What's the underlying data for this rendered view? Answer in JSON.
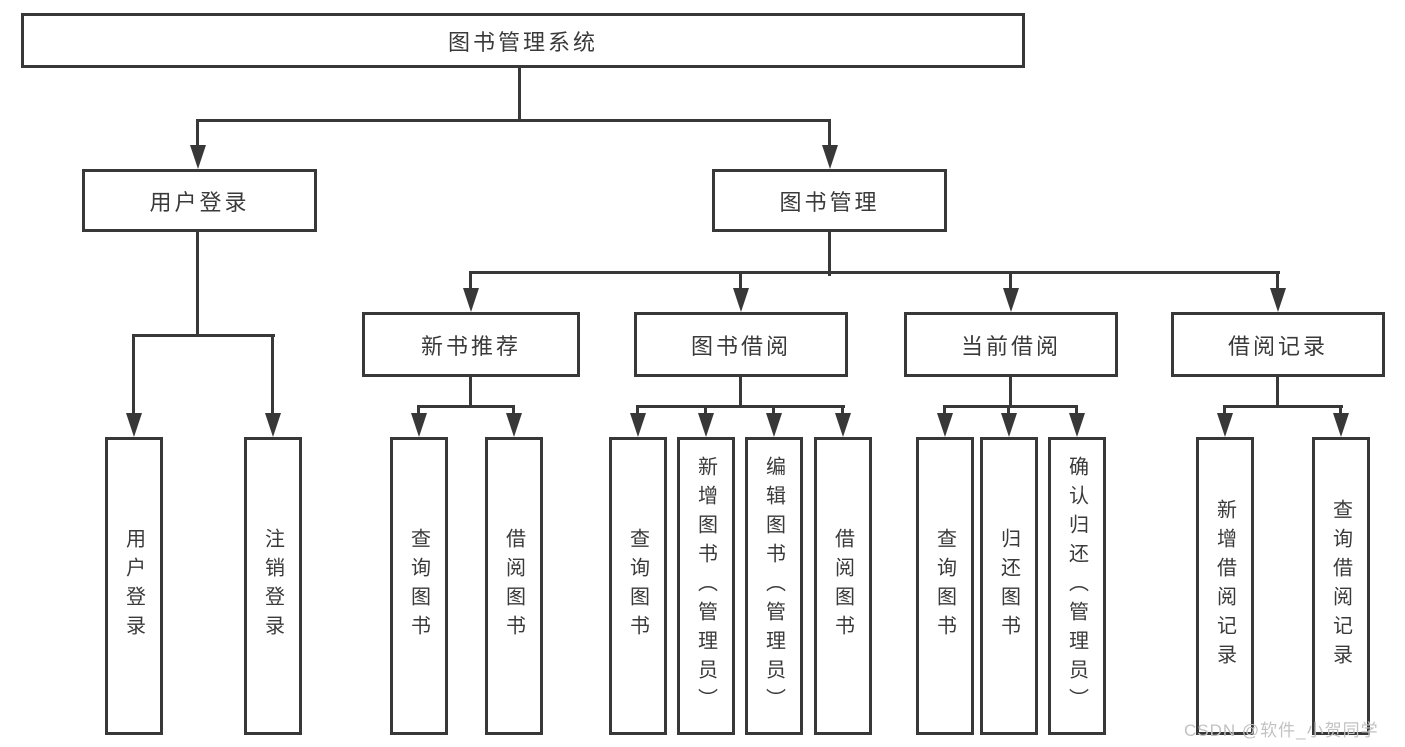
{
  "diagram": {
    "root": {
      "label": "图书管理系统"
    },
    "branches": [
      {
        "label": "用户登录",
        "children": [
          {
            "label": "用户登录"
          },
          {
            "label": "注销登录"
          }
        ]
      },
      {
        "label": "图书管理",
        "children": [
          {
            "label": "新书推荐",
            "children": [
              {
                "label": "查询图书"
              },
              {
                "label": "借阅图书"
              }
            ]
          },
          {
            "label": "图书借阅",
            "children": [
              {
                "label": "查询图书"
              },
              {
                "label": "新增图书（管理员）"
              },
              {
                "label": "编辑图书（管理员）"
              },
              {
                "label": "借阅图书"
              }
            ]
          },
          {
            "label": "当前借阅",
            "children": [
              {
                "label": "查询图书"
              },
              {
                "label": "归还图书"
              },
              {
                "label": "确认归还（管理员）"
              }
            ]
          },
          {
            "label": "借阅记录",
            "children": [
              {
                "label": "新增借阅记录"
              },
              {
                "label": "查询借阅记录"
              }
            ]
          }
        ]
      }
    ],
    "watermark": "CSDN @软件_小贺同学",
    "colors": {
      "line": "#383838",
      "text": "#3a3a3a",
      "background": "#ffffff",
      "watermark": "#c2c2c2"
    }
  }
}
